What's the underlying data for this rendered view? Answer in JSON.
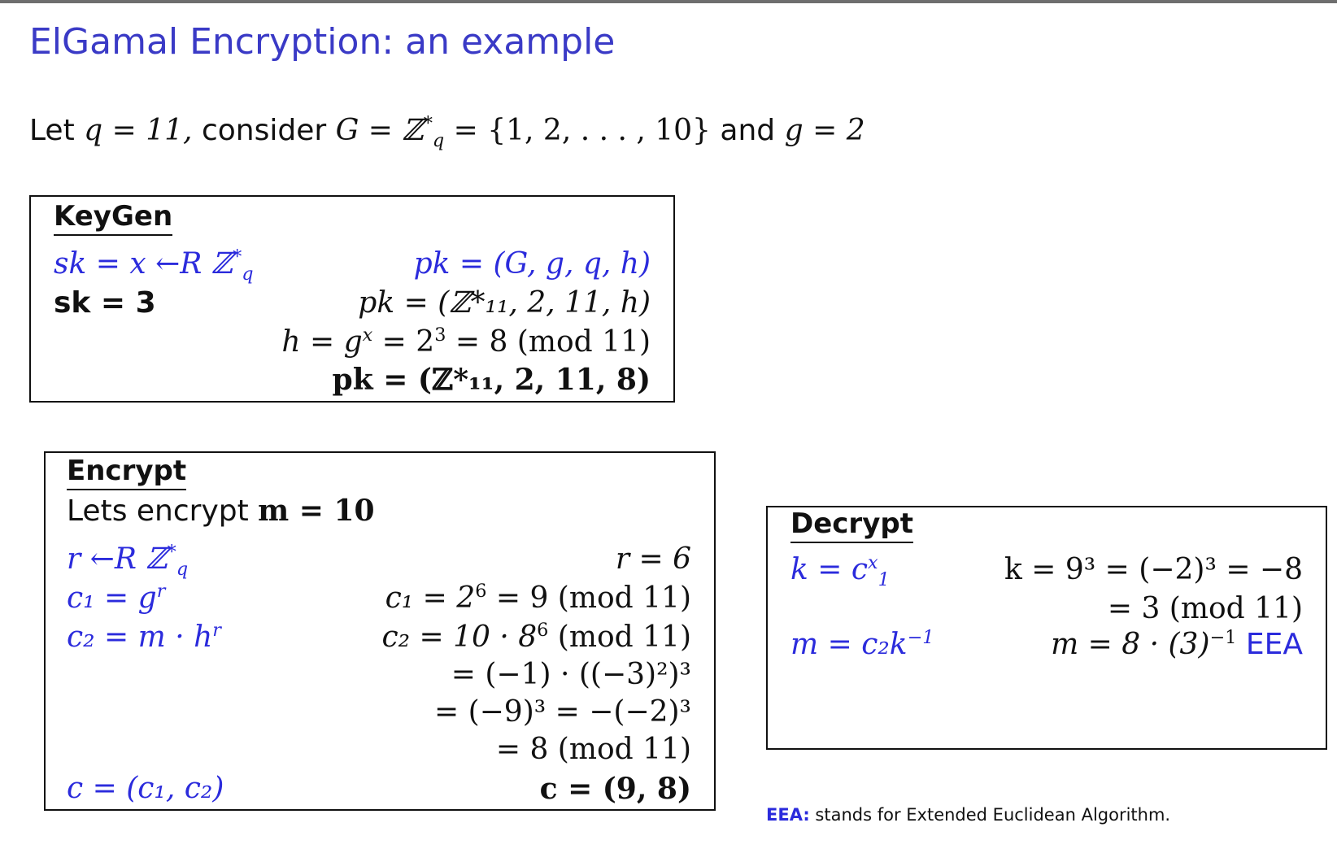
{
  "title": "ElGamal Encryption: an example",
  "intro": {
    "let": "Let",
    "q_eq": "q = 11,",
    "consider": "consider",
    "G_eq": "G = ℤ",
    "G_sup": "*",
    "G_sub": "q",
    "set": "= {1, 2, . . . , 10}",
    "and": "and",
    "g_eq": "g = 2"
  },
  "keygen": {
    "heading": "KeyGen",
    "sk_def": "sk = x ←R ℤ",
    "sk_sup": "*",
    "sk_sub": "q",
    "sk_val": "sk = 3",
    "pk_def": "pk = (G, g, q, h)",
    "pk_sub": "pk = (ℤ*₁₁, 2, 11, h)",
    "h_calc_a": "h = g",
    "h_calc_x": "x",
    "h_calc_b": " = 2",
    "h_calc_3": "3",
    "h_calc_c": " = 8 (mod 11)",
    "pk_val": "pk = (ℤ*₁₁, 2, 11, 8)"
  },
  "encrypt": {
    "heading": "Encrypt",
    "lets": "Lets encrypt",
    "m_val": "m = 10",
    "r_def": "r ←R ℤ",
    "r_sup": "*",
    "r_sub": "q",
    "c1_def": "c₁ = g",
    "c1_sup": "r",
    "c2_def": "c₂ = m · h",
    "c2_sup": "r",
    "r_val": "r = 6",
    "c1_a": "c₁ = 2",
    "c1_6": "6",
    "c1_b": " = 9 (mod 11)",
    "c2_a": "c₂ = 10 · 8",
    "c2_6": "6",
    "c2_b": " (mod 11)",
    "step1": "= (−1) · ((−3)²)³",
    "step2": "= (−9)³ = −(−2)³",
    "step3": "= 8 (mod 11)",
    "c_def": "c = (c₁, c₂)",
    "c_val": "c = (9, 8)"
  },
  "decrypt": {
    "heading": "Decrypt",
    "k_def": "k = c",
    "k_sup": "x",
    "k_sub": "1",
    "k_calc": "k = 9³ = (−2)³ = −8",
    "k_mod": "= 3 (mod 11)",
    "m_def": "m = c₂k",
    "m_sup": "−1",
    "m_calc": "m = 8 · (3)",
    "m_calc_sup": "−1",
    "eea": "EEA"
  },
  "footnote": {
    "label": "EEA:",
    "text": "stands for Extended Euclidean Algorithm."
  },
  "colors": {
    "title": "#3a3ac6",
    "blue": "#2b2bdc",
    "border": "#111111"
  }
}
